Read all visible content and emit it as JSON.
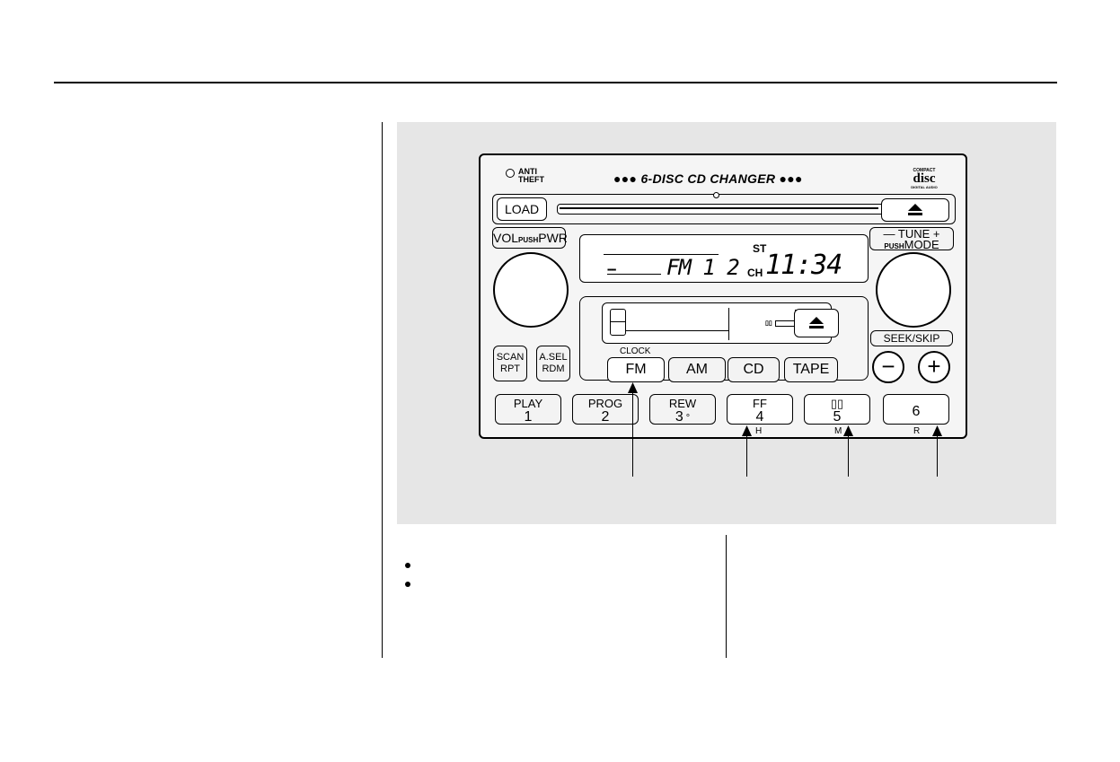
{
  "header": {
    "anti_theft": "ANTI THEFT",
    "changer_title": "6-DISC CD CHANGER",
    "compact": "COMPACT",
    "disc": "disc",
    "digital_audio": "DIGITAL AUDIO"
  },
  "buttons": {
    "load": "LOAD",
    "vol": "VOL",
    "push_small": "PUSH",
    "pwr": "PWR",
    "tune": "TUNE",
    "mode": "MODE",
    "scan": "SCAN",
    "rpt": "RPT",
    "asel": "A.SEL",
    "rdm": "RDM",
    "clock": "CLOCK",
    "fm": "FM",
    "am": "AM",
    "cd": "CD",
    "tape": "TAPE",
    "seek_skip": "SEEK/SKIP",
    "minus": "−",
    "plus": "+"
  },
  "display": {
    "stereo": "ST",
    "band": "FM 1 2",
    "ch": "CH",
    "time": "11:34"
  },
  "presets": [
    {
      "top": "PLAY",
      "num": "1",
      "sub": ""
    },
    {
      "top": "PROG",
      "num": "2",
      "sub": ""
    },
    {
      "top": "REW",
      "num": "3",
      "sub": ""
    },
    {
      "top": "FF",
      "num": "4",
      "sub": "H"
    },
    {
      "top": "▯▯",
      "num": "5",
      "sub": "M"
    },
    {
      "top": "",
      "num": "6",
      "sub": "R"
    }
  ]
}
